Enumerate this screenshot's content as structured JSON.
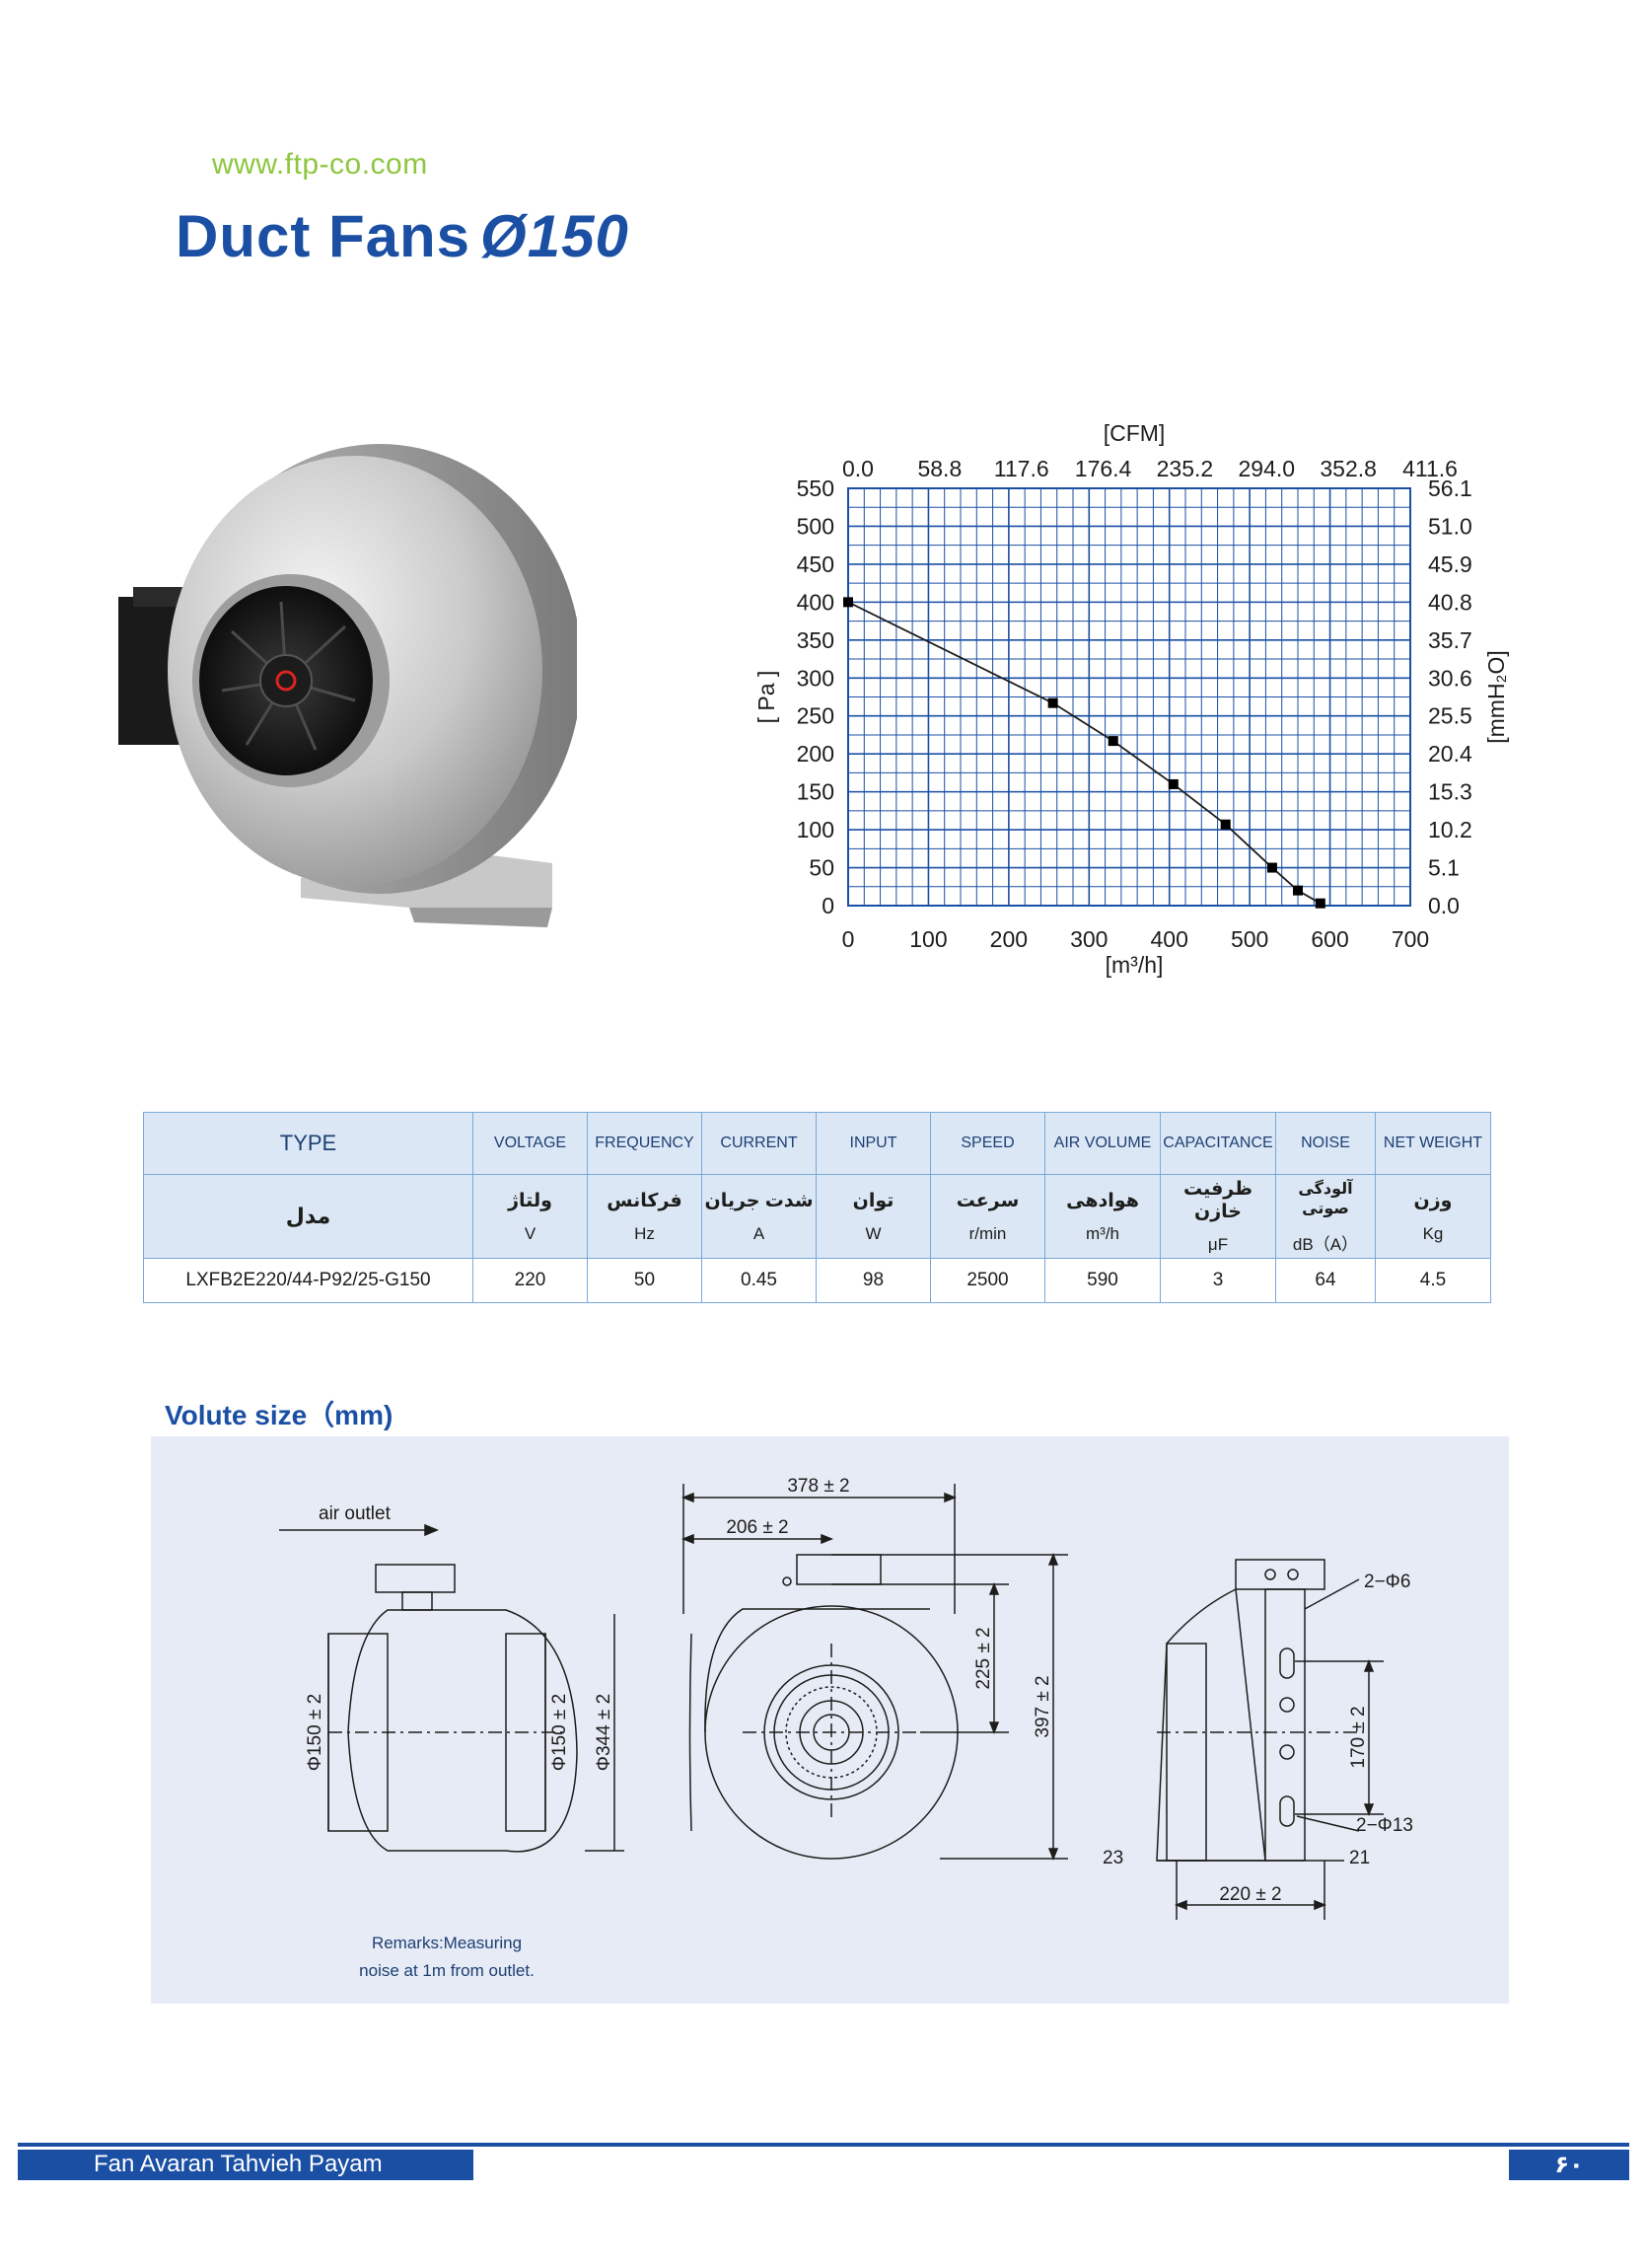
{
  "header": {
    "website": "www.ftp-co.com",
    "title": "Duct Fans",
    "model_size": "Ø150"
  },
  "chart_data": {
    "type": "line",
    "x": [
      0,
      255,
      330,
      405,
      470,
      528,
      560,
      588
    ],
    "y": [
      400,
      267,
      217,
      160,
      107,
      50,
      20,
      3
    ],
    "xlabel": "[m³/h]",
    "ylabel": "[ Pa ]",
    "top_label": "[CFM]",
    "right_label": "[mmH₂O]",
    "xlim": [
      0,
      700
    ],
    "ylim": [
      0,
      550
    ],
    "x_ticks": [
      "0",
      "100",
      "200",
      "300",
      "400",
      "500",
      "600",
      "700"
    ],
    "y_ticks": [
      "0",
      "50",
      "100",
      "150",
      "200",
      "250",
      "300",
      "350",
      "400",
      "450",
      "500",
      "550"
    ],
    "top_ticks": [
      "0.0",
      "58.8",
      "117.6",
      "176.4",
      "235.2",
      "294.0",
      "352.8",
      "411.6"
    ],
    "right_ticks": [
      "0.0",
      "5.1",
      "10.2",
      "15.3",
      "20.4",
      "25.5",
      "30.6",
      "35.7",
      "40.8",
      "45.9",
      "51.0",
      "56.1"
    ],
    "grid": true,
    "colors": {
      "grid": "#1a4fa3",
      "line": "#1d1d1b",
      "markers": "#000000"
    }
  },
  "spec_table": {
    "headers_en": [
      "TYPE",
      "VOLTAGE",
      "FREQUENCY",
      "CURRENT",
      "INPUT",
      "SPEED",
      "AIR VOLUME",
      "CAPACITANCE",
      "NOISE",
      "NET WEIGHT"
    ],
    "headers_fa": [
      "مدل",
      "ولتاژ",
      "فرکانس",
      "شدت جریان",
      "توان",
      "سرعت",
      "هوادهی",
      "ظرفیت خازن",
      "آلودگی صوتی",
      "وزن"
    ],
    "units": [
      "",
      "V",
      "Hz",
      "A",
      "W",
      "r/min",
      "m³/h",
      "μF",
      "dB（A）",
      "Kg"
    ],
    "row": [
      "LXFB2E220/44-P92/25-G150",
      "220",
      "50",
      "0.45",
      "98",
      "2500",
      "590",
      "3",
      "64",
      "4.5"
    ]
  },
  "volute": {
    "heading": "Volute size（mm)",
    "air_outlet": "air outlet",
    "dims": {
      "d150_left": "Φ150 ± 2",
      "d150_right": "Φ150 ± 2",
      "d344": "Φ344 ± 2",
      "w378": "378 ± 2",
      "w206": "206 ± 2",
      "h225": "225 ± 2",
      "h397": "397 ± 2",
      "hole6": "2−Φ6",
      "h170": "170 ± 2",
      "hole13": "2−Φ13",
      "d23": "23",
      "d21": "21",
      "w220": "220 ± 2"
    },
    "remarks_line1": "Remarks:Measuring",
    "remarks_line2": "noise at 1m from outlet."
  },
  "footer": {
    "company": "Fan Avaran Tahvieh Payam",
    "page_number": "۶۰"
  }
}
